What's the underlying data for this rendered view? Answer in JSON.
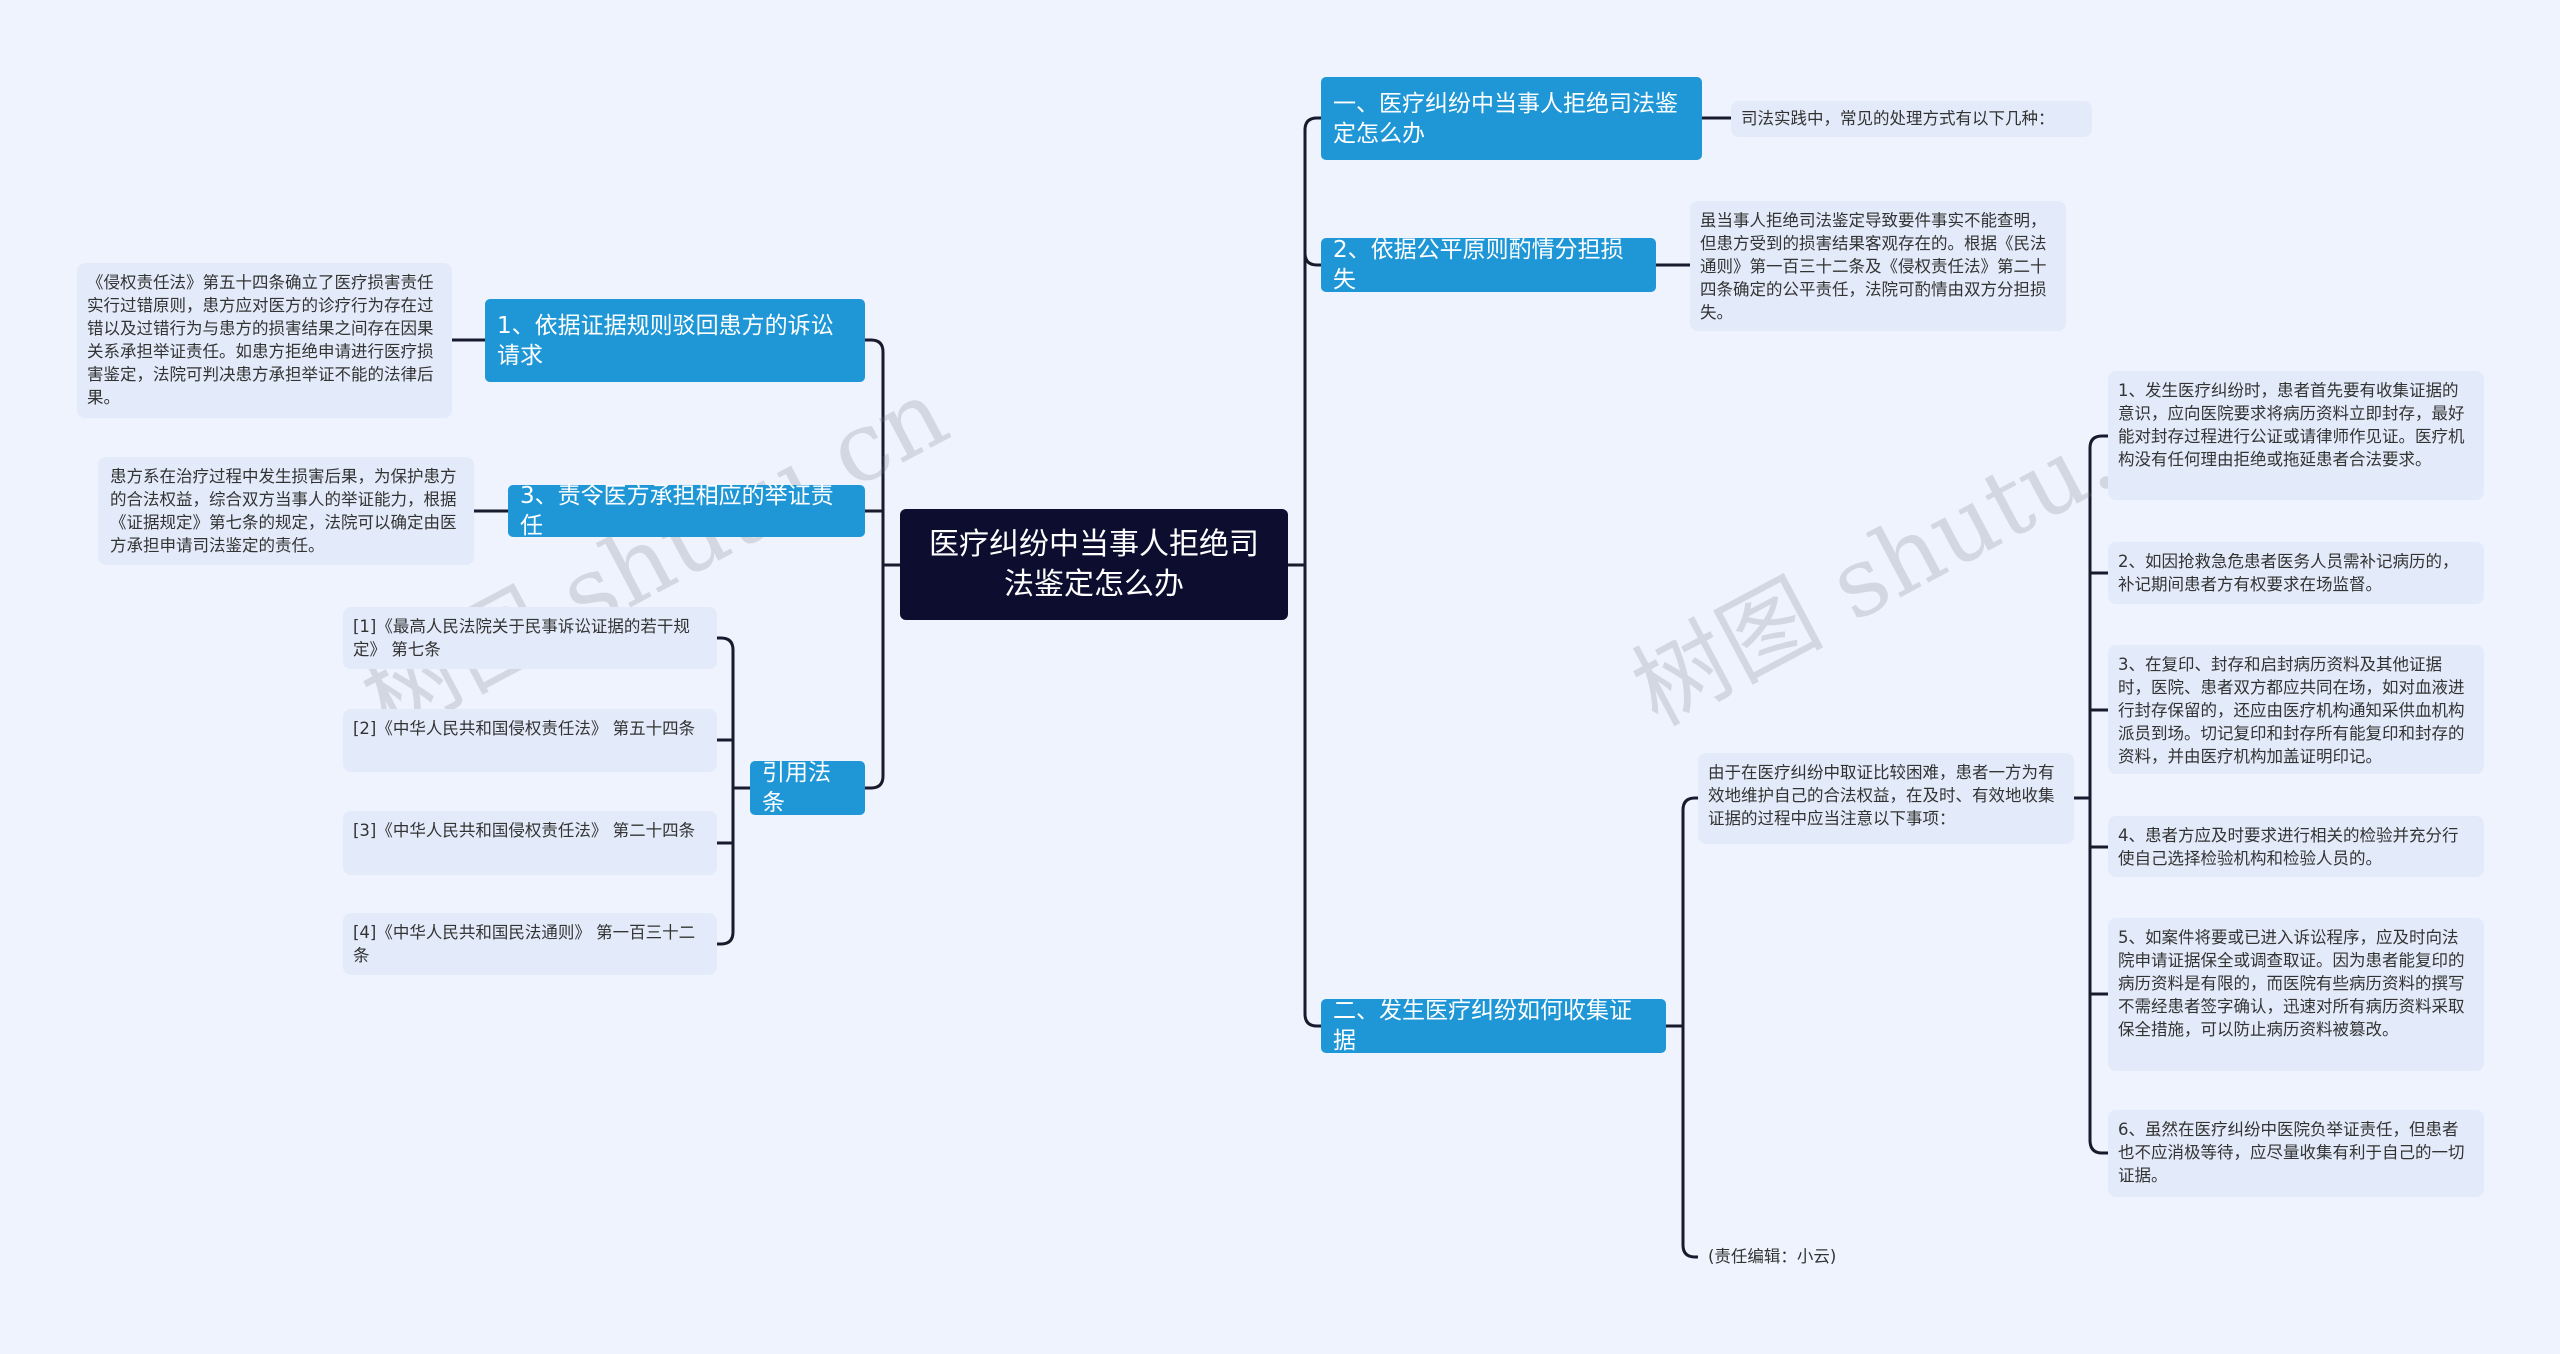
{
  "center": "医疗纠纷中当事人拒绝司法鉴定怎么办",
  "left": {
    "branch1": {
      "label": "1、依据证据规则驳回患方的诉讼请求",
      "detail": "《侵权责任法》第五十四条确立了医疗损害责任实行过错原则，患方应对医方的诊疗行为存在过错以及过错行为与患方的损害结果之间存在因果关系承担举证责任。如患方拒绝申请进行医疗损害鉴定，法院可判决患方承担举证不能的法律后果。"
    },
    "branch3": {
      "label": "3、责令医方承担相应的举证责任",
      "detail": "患方系在治疗过程中发生损害后果，为保护患方的合法权益，综合双方当事人的举证能力，根据《证据规定》第七条的规定，法院可以确定由医方承担申请司法鉴定的责任。"
    },
    "refs": {
      "label": "引用法条",
      "items": [
        "[1]《最高人民法院关于民事诉讼证据的若干规定》 第七条",
        "[2]《中华人民共和国侵权责任法》 第五十四条",
        "[3]《中华人民共和国侵权责任法》 第二十四条",
        "[4]《中华人民共和国民法通则》 第一百三十二条"
      ]
    }
  },
  "right": {
    "branchA": {
      "label": "一、医疗纠纷中当事人拒绝司法鉴定怎么办",
      "detail": "司法实践中，常见的处理方式有以下几种："
    },
    "branch2": {
      "label": "2、依据公平原则酌情分担损失",
      "detail": "虽当事人拒绝司法鉴定导致要件事实不能查明，但患方受到的损害结果客观存在的。根据《民法通则》第一百三十二条及《侵权责任法》第二十四条确定的公平责任，法院可酌情由双方分担损失。"
    },
    "branchB": {
      "label": "二、发生医疗纠纷如何收集证据",
      "intro": "由于在医疗纠纷中取证比较困难，患者一方为有效地维护自己的合法权益，在及时、有效地收集证据的过程中应当注意以下事项：",
      "items": [
        "1、发生医疗纠纷时，患者首先要有收集证据的意识，应向医院要求将病历资料立即封存，最好能对封存过程进行公证或请律师作见证。医疗机构没有任何理由拒绝或拖延患者合法要求。",
        "2、如因抢救急危患者医务人员需补记病历的，补记期间患者方有权要求在场监督。",
        "3、在复印、封存和启封病历资料及其他证据时，医院、患者双方都应共同在场，如对血液进行封存保留的，还应由医疗机构通知采供血机构派员到场。切记复印和封存所有能复印和封存的资料，并由医疗机构加盖证明印记。",
        "4、患者方应及时要求进行相关的检验并充分行使自己选择检验机构和检验人员的。",
        "5、如案件将要或已进入诉讼程序，应及时向法院申请证据保全或调查取证。因为患者能复印的病历资料是有限的，而医院有些病历资料的撰写不需经患者签字确认，迅速对所有病历资料采取保全措施，可以防止病历资料被篡改。",
        "6、虽然在医疗纠纷中医院负举证责任，但患者也不应消极等待，应尽量收集有利于自己的一切证据。"
      ],
      "editor": "(责任编辑：小云)"
    }
  },
  "watermark": "树图 shutu.cn",
  "colors": {
    "background": "#eef3fd",
    "center": "#0d0d30",
    "branch": "#1f97d6",
    "leaf": "#e3ebfa",
    "line": "#1a1a2e"
  }
}
